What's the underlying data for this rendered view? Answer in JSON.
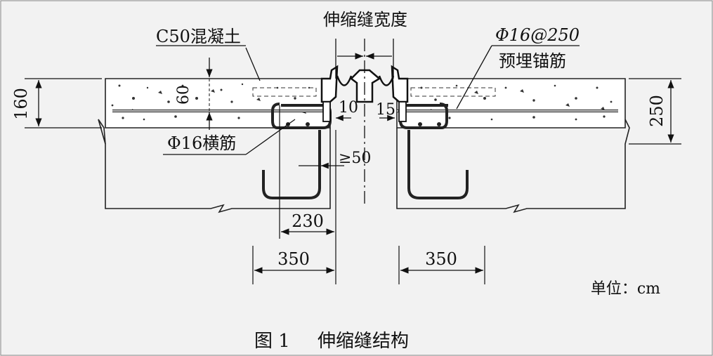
{
  "labels": {
    "joint_width": "伸缩缝宽度",
    "concrete": "C50混凝土",
    "anchor_rebar_spec": "Φ16@250",
    "anchor_rebar_name": "预埋锚筋",
    "transverse_rebar": "Φ16横筋",
    "dim_160": "160",
    "dim_60": "60",
    "dim_250": "250",
    "dim_10": "10",
    "dim_15": "15",
    "dim_50": "≥50",
    "dim_230": "230",
    "dim_350_left": "350",
    "dim_350_right": "350",
    "unit": "单位：cm"
  },
  "caption": {
    "figure_no": "图 1",
    "title": "伸缩缝结构"
  }
}
